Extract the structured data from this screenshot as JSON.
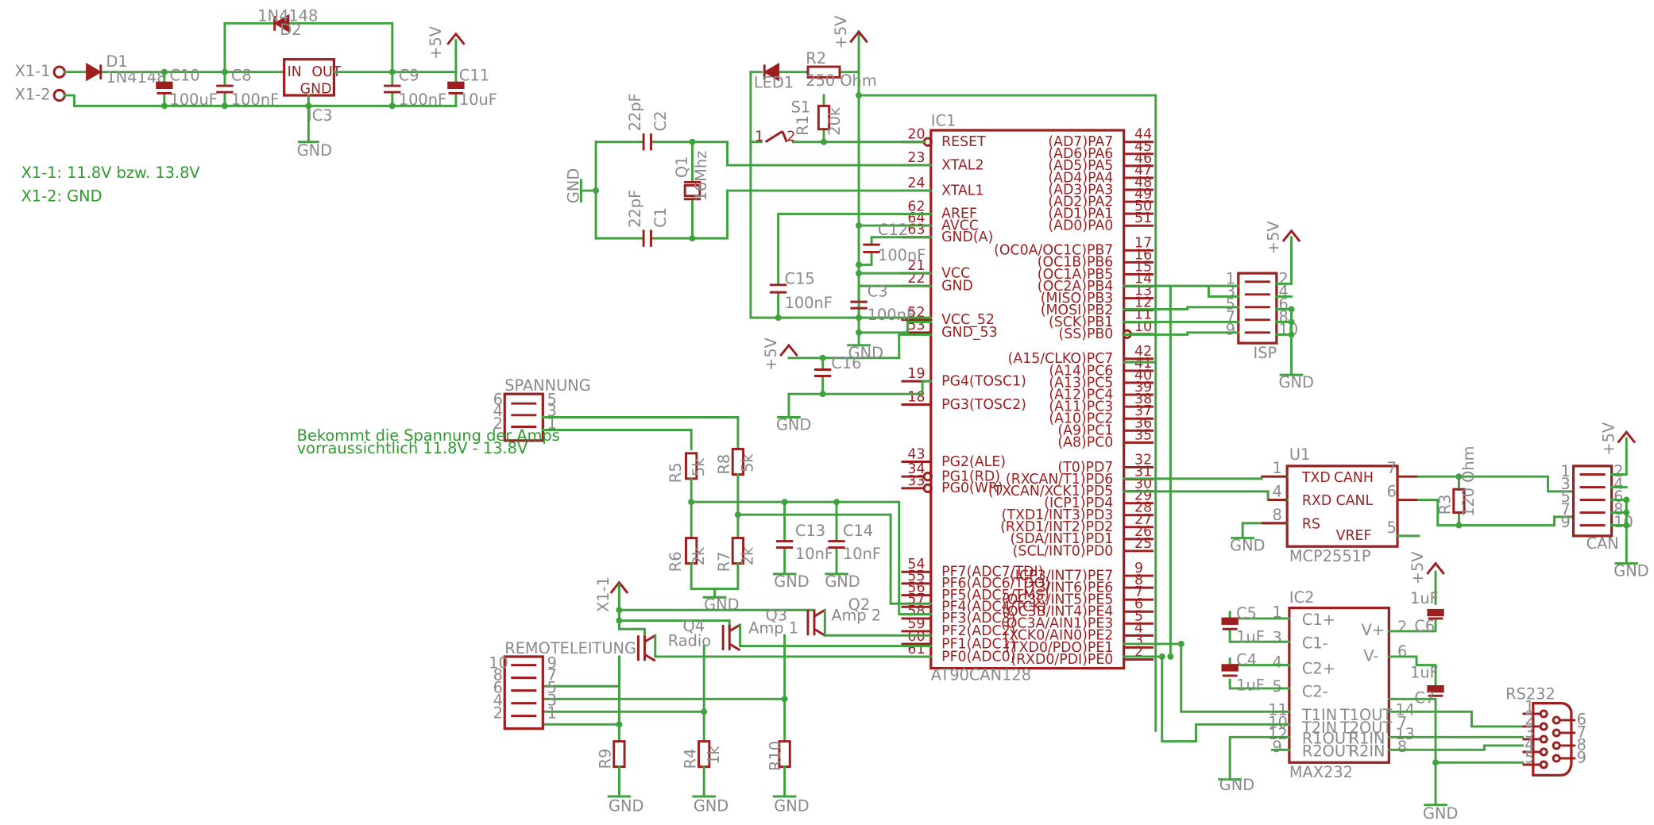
{
  "notes": {
    "x1_1": "X1-1: 11.8V bzw. 13.8V",
    "x1_2": "X1-2: GND",
    "spannung": "Bekommt die Spannung der Amps",
    "spannung2": "vorraussichtlich 11.8V - 13.8V"
  },
  "power": {
    "x1_1": "X1-1",
    "x1_2": "X1-2",
    "d1": "D1",
    "d1_val": "1N4148",
    "d2": "D2",
    "d2_val": "1N4148",
    "c10": "C10",
    "c10_val": "100uF",
    "c8": "C8",
    "c8_val": "100nF",
    "c9": "C9",
    "c9_val": "100nF",
    "c11": "C11",
    "c11_val": "10uF",
    "ic3": "IC3",
    "in": "IN",
    "out": "OUT",
    "gnd": "GND",
    "vcc": "+5V",
    "gnd_label": "GND"
  },
  "mcu": {
    "name": "IC1",
    "part": "AT90CAN128",
    "left_pins": [
      {
        "num": "20",
        "name": "RESET"
      },
      {
        "num": "23",
        "name": "XTAL2"
      },
      {
        "num": "24",
        "name": "XTAL1"
      },
      {
        "num": "62",
        "name": "AREF"
      },
      {
        "num": "64",
        "name": "AVCC"
      },
      {
        "num": "63",
        "name": "GND(A)"
      },
      {
        "num": "21",
        "name": "VCC"
      },
      {
        "num": "22",
        "name": "GND"
      },
      {
        "num": "52",
        "name": "VCC_52"
      },
      {
        "num": "53",
        "name": "GND_53"
      },
      {
        "num": "19",
        "name": "PG4(TOSC1)"
      },
      {
        "num": "18",
        "name": "PG3(TOSC2)"
      },
      {
        "num": "43",
        "name": "PG2(ALE)"
      },
      {
        "num": "34",
        "name": "PG1(RD)"
      },
      {
        "num": "33",
        "name": "PG0(WR)"
      },
      {
        "num": "54",
        "name": "PF7(ADC7/TDI)"
      },
      {
        "num": "55",
        "name": "PF6(ADC6/TDO)"
      },
      {
        "num": "56",
        "name": "PF5(ADC5/TMS)"
      },
      {
        "num": "57",
        "name": "PF4(ADC4/TCK)"
      },
      {
        "num": "58",
        "name": "PF3(ADC3)"
      },
      {
        "num": "59",
        "name": "PF2(ADC2)"
      },
      {
        "num": "60",
        "name": "PF1(ADC1)"
      },
      {
        "num": "61",
        "name": "PF0(ADC0)"
      }
    ],
    "right_pins": [
      {
        "num": "44",
        "name": "(AD7)PA7"
      },
      {
        "num": "45",
        "name": "(AD6)PA6"
      },
      {
        "num": "46",
        "name": "(AD5)PA5"
      },
      {
        "num": "47",
        "name": "(AD4)PA4"
      },
      {
        "num": "48",
        "name": "(AD3)PA3"
      },
      {
        "num": "49",
        "name": "(AD2)PA2"
      },
      {
        "num": "50",
        "name": "(AD1)PA1"
      },
      {
        "num": "51",
        "name": "(AD0)PA0"
      },
      {
        "num": "17",
        "name": "(OC0A/OC1C)PB7"
      },
      {
        "num": "16",
        "name": "(OC1B)PB6"
      },
      {
        "num": "15",
        "name": "(OC1A)PB5"
      },
      {
        "num": "14",
        "name": "(OC2A)PB4"
      },
      {
        "num": "13",
        "name": "(MISO)PB3"
      },
      {
        "num": "12",
        "name": "(MOSI)PB2"
      },
      {
        "num": "11",
        "name": "(SCK)PB1"
      },
      {
        "num": "10",
        "name": "(SS)PB0"
      },
      {
        "num": "42",
        "name": "(A15/CLKO)PC7"
      },
      {
        "num": "41",
        "name": "(A14)PC6"
      },
      {
        "num": "40",
        "name": "(A13)PC5"
      },
      {
        "num": "39",
        "name": "(A12)PC4"
      },
      {
        "num": "38",
        "name": "(A11)PC3"
      },
      {
        "num": "37",
        "name": "(A10)PC2"
      },
      {
        "num": "36",
        "name": "(A9)PC1"
      },
      {
        "num": "35",
        "name": "(A8)PC0"
      },
      {
        "num": "32",
        "name": "(T0)PD7"
      },
      {
        "num": "31",
        "name": "(RXCAN/T1)PD6"
      },
      {
        "num": "30",
        "name": "(TXCAN/XCK1)PD5"
      },
      {
        "num": "29",
        "name": "(ICP1)PD4"
      },
      {
        "num": "28",
        "name": "(TXD1/INT3)PD3"
      },
      {
        "num": "27",
        "name": "(RXD1/INT2)PD2"
      },
      {
        "num": "26",
        "name": "(SDA/INT1)PD1"
      },
      {
        "num": "25",
        "name": "(SCL/INT0)PD0"
      },
      {
        "num": "9",
        "name": "(ICP3/INT7)PE7"
      },
      {
        "num": "8",
        "name": "(T3/INT6)PE6"
      },
      {
        "num": "7",
        "name": "(OC3C/INT5)PE5"
      },
      {
        "num": "6",
        "name": "(OC3B/INT4)PE4"
      },
      {
        "num": "5",
        "name": "(OC3A/AIN1)PE3"
      },
      {
        "num": "4",
        "name": "(XCK0/AIN0)PE2"
      },
      {
        "num": "3",
        "name": "(TXD0/PDO)PE1"
      },
      {
        "num": "2",
        "name": "(RXD0/PDI)PE0"
      }
    ]
  },
  "parts": {
    "led1": "LED1",
    "r2": "R2",
    "r2_val": "250 Ohm",
    "s1": "S1",
    "r1": "R1",
    "r1_val": "20k",
    "c2": "C2",
    "c2_val": "22pF",
    "c1": "C1",
    "c1_val": "22pF",
    "q1": "Q1",
    "q1_val": "16Mhz",
    "c12": "C12",
    "c12_val": "100nF",
    "c15": "C15",
    "c15_val": "100nF",
    "c3": "C3",
    "c3_val": "100nF",
    "c16": "C16",
    "spannung_hdr": "SPANNUNG",
    "r5": "R5",
    "r5_val": "5k",
    "r8": "R8",
    "r8_val": "5k",
    "r6": "R6",
    "r6_val": "2k",
    "r7": "R7",
    "r7_val": "2k",
    "c13": "C13",
    "c13_val": "10nF",
    "c14": "C14",
    "c14_val": "10nF",
    "q2": "Q2",
    "q2_val": "Amp 2",
    "q3": "Q3",
    "q3_val": "Amp 1",
    "q4": "Q4",
    "q4_val": "Radio",
    "remote_hdr": "REMOTELEITUNG",
    "r9": "R9",
    "r4": "R4",
    "r4_val": "1k",
    "r10": "R10",
    "isp": "ISP",
    "u1": "U1",
    "u1_part": "MCP2551P",
    "u1_txd": "TXD",
    "u1_rxd": "RXD",
    "u1_rs": "RS",
    "u1_canh": "CANH",
    "u1_canl": "CANL",
    "u1_vref": "VREF",
    "r3": "R3",
    "r3_val": "120 Ohm",
    "can": "CAN",
    "ic2": "IC2",
    "ic2_part": "MAX232",
    "c5": "C5",
    "c5_val": "1uF",
    "c4": "C4",
    "c4_val": "1uF",
    "c6": "C6",
    "c6_val": "1uF",
    "c7": "C7",
    "c7_val": "1uF",
    "rs232": "RS232",
    "max_pins": {
      "c1p": "C1+",
      "c1m": "C1-",
      "c2p": "C2+",
      "c2m": "C2-",
      "t1in": "T1IN",
      "t2in": "T2IN",
      "r1out": "R1OUT",
      "r2out": "R2OUT",
      "vp": "V+",
      "vm": "V-",
      "t1out": "T1OUT",
      "t2out": "T2OUT",
      "r1in": "R1IN",
      "r2in": "R2IN"
    }
  }
}
